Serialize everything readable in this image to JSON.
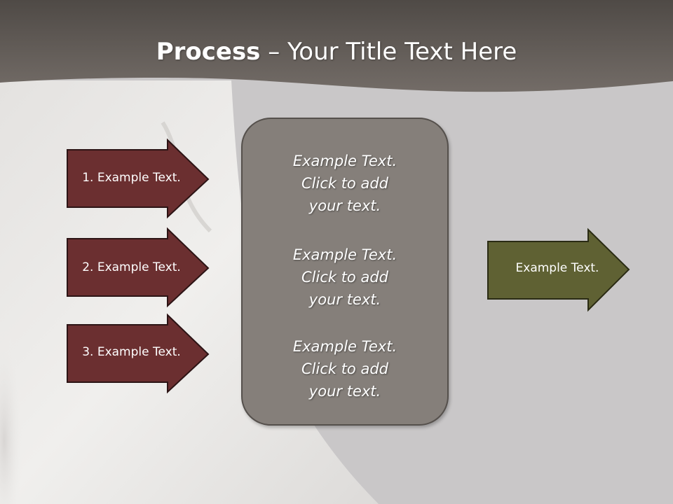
{
  "slide": {
    "title_bold": "Process",
    "title_rest": " – Your Title Text Here",
    "inputs": [
      {
        "label": "1. Example Text."
      },
      {
        "label": "2. Example Text."
      },
      {
        "label": "3. Example Text."
      }
    ],
    "center_blocks": [
      {
        "line1": "Example Text.",
        "line2": "Click  to add",
        "line3": "your text."
      },
      {
        "line1": "Example Text.",
        "line2": "Click  to add",
        "line3": "your text."
      },
      {
        "line1": "Example Text.",
        "line2": "Click  to add",
        "line3": "your text."
      }
    ],
    "output": {
      "label": "Example Text."
    }
  },
  "colors": {
    "header": "#5f5a56",
    "input_arrow": "#6b2f30",
    "output_arrow": "#5f6133",
    "center_box": "#857f7a"
  }
}
